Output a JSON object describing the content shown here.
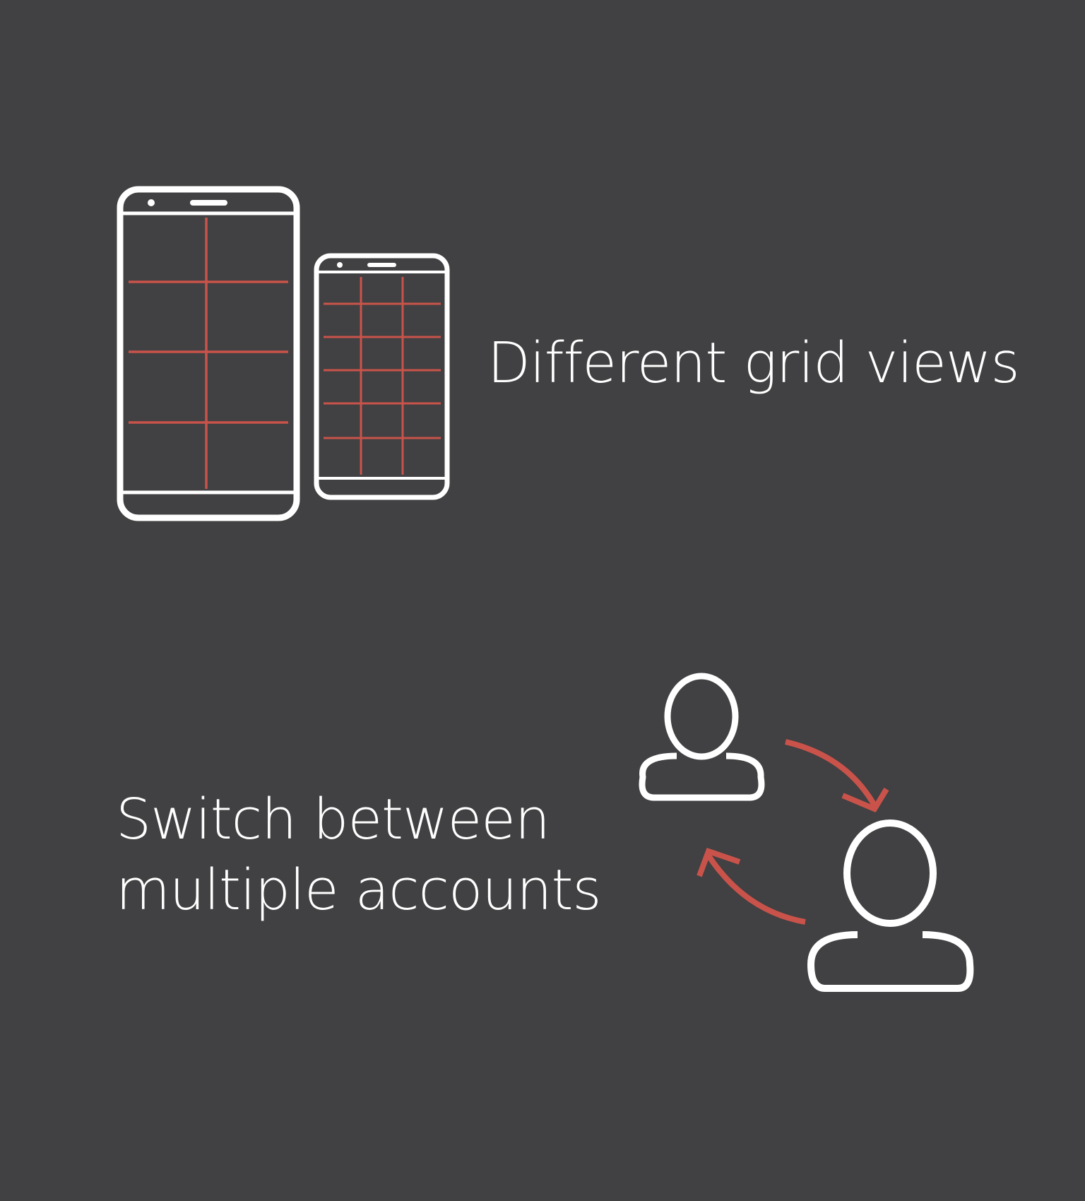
{
  "colors": {
    "background": "#414042",
    "foreground": "#ffffff",
    "accent": "#c9534a"
  },
  "features": [
    {
      "icon": "phones-grid-icon",
      "text": "Different grid views"
    },
    {
      "icon": "account-switch-icon",
      "lines": [
        "Switch between",
        "multiple accounts"
      ]
    }
  ]
}
